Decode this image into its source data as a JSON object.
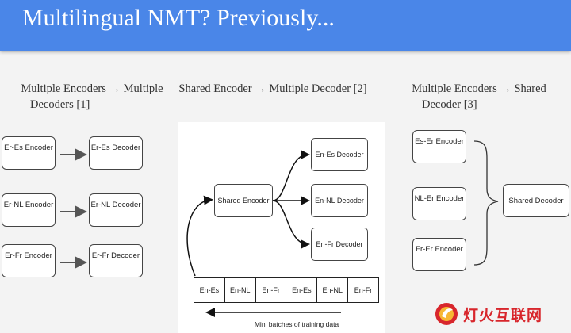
{
  "slide": {
    "title": "Multilingual NMT? Previously..."
  },
  "columns": {
    "left": {
      "heading_line1": "Multiple Encoders → Multiple",
      "heading_line2": "Decoders [1]",
      "rows": [
        {
          "encoder": "Er-Es Encoder",
          "decoder": "Er-Es Decoder"
        },
        {
          "encoder": "Er-NL Encoder",
          "decoder": "Er-NL Decoder"
        },
        {
          "encoder": "Er-Fr Encoder",
          "decoder": "Er-Fr Decoder"
        }
      ]
    },
    "middle": {
      "heading": "Shared Encoder → Multiple Decoder [2]",
      "shared_encoder": "Shared Encoder",
      "decoders": [
        "En-Es Decoder",
        "En-NL Decoder",
        "En-Fr Decoder"
      ],
      "batches": [
        "En-Es",
        "En-NL",
        "En-Fr",
        "En-Es",
        "En-NL",
        "En-Fr"
      ],
      "caption": "Mini batches of training data"
    },
    "right": {
      "heading_line1": "Multiple Encoders → Shared",
      "heading_line2": "Decoder [3]",
      "encoders": [
        "Es-Er Encoder",
        "NL-Er Encoder",
        "Fr-Er Encoder"
      ],
      "shared_decoder": "Shared Decoder"
    }
  },
  "watermark": {
    "text": "灯火互联网"
  },
  "colors": {
    "header": "#4a86e8",
    "background": "#f3f3f3",
    "watermark": "#d8262c"
  }
}
